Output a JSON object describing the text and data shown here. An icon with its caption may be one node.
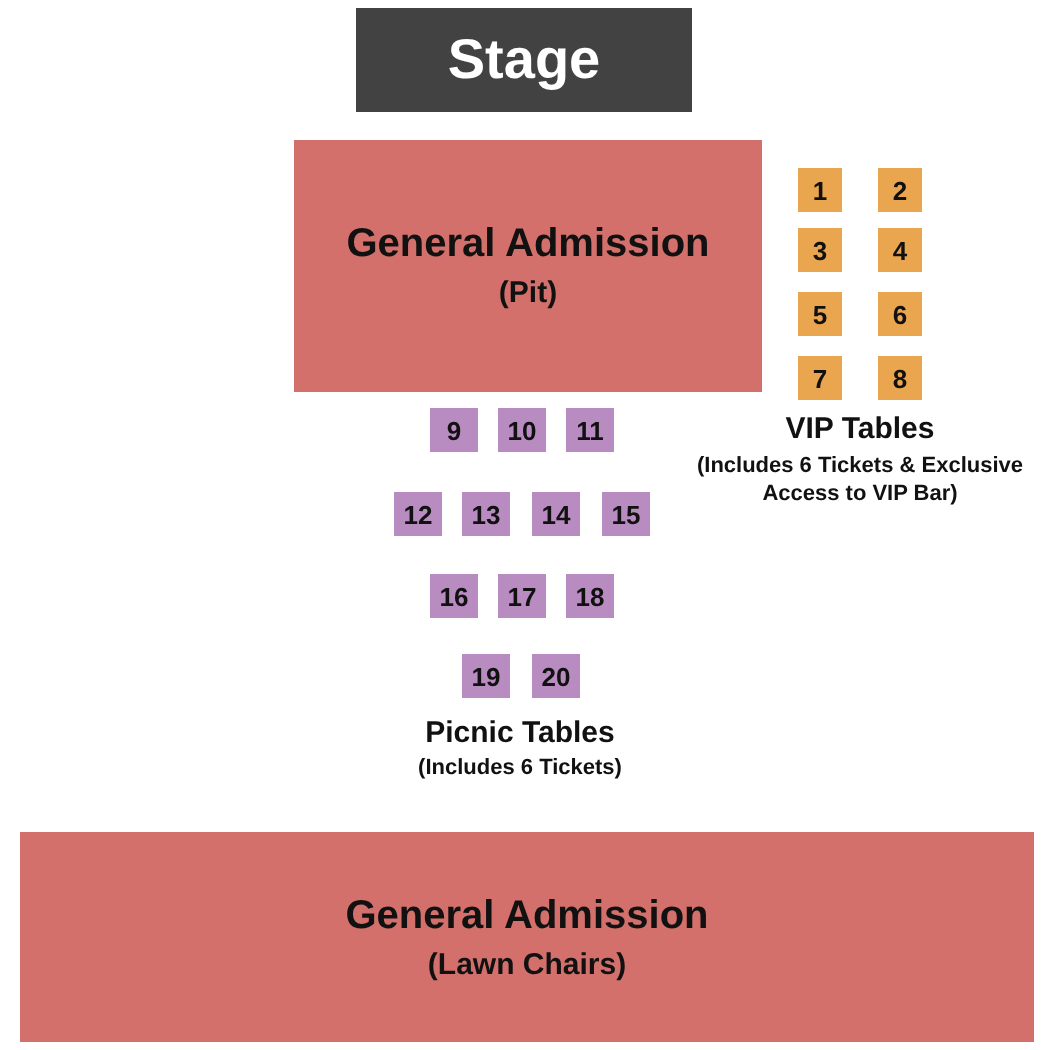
{
  "diagram": {
    "nodes": [
      {
        "text": [
          "Stage"
        ]
      },
      {
        "text": [
          "General Admission",
          "(Pit)"
        ]
      },
      {
        "text": [
          "1"
        ]
      },
      {
        "text": [
          "2"
        ]
      },
      {
        "text": [
          "3"
        ]
      },
      {
        "text": [
          "4"
        ]
      },
      {
        "text": [
          "5"
        ]
      },
      {
        "text": [
          "6"
        ]
      },
      {
        "text": [
          "7"
        ]
      },
      {
        "text": [
          "8"
        ]
      },
      {
        "text": [
          "9"
        ]
      },
      {
        "text": [
          "10"
        ]
      },
      {
        "text": [
          "11"
        ]
      },
      {
        "text": [
          "12"
        ]
      },
      {
        "text": [
          "13"
        ]
      },
      {
        "text": [
          "14"
        ]
      },
      {
        "text": [
          "15"
        ]
      },
      {
        "text": [
          "16"
        ]
      },
      {
        "text": [
          "17"
        ]
      },
      {
        "text": [
          "18"
        ]
      },
      {
        "text": [
          "19"
        ]
      },
      {
        "text": [
          "20"
        ]
      },
      {
        "text": [
          "General Admission",
          "(Lawn Chairs)"
        ]
      }
    ],
    "labels": [
      "VIP Tables",
      "(Includes 6 Tickets & Exclusive Access to VIP Bar)",
      "Picnic Tables",
      "(Includes 6 Tickets)"
    ]
  }
}
